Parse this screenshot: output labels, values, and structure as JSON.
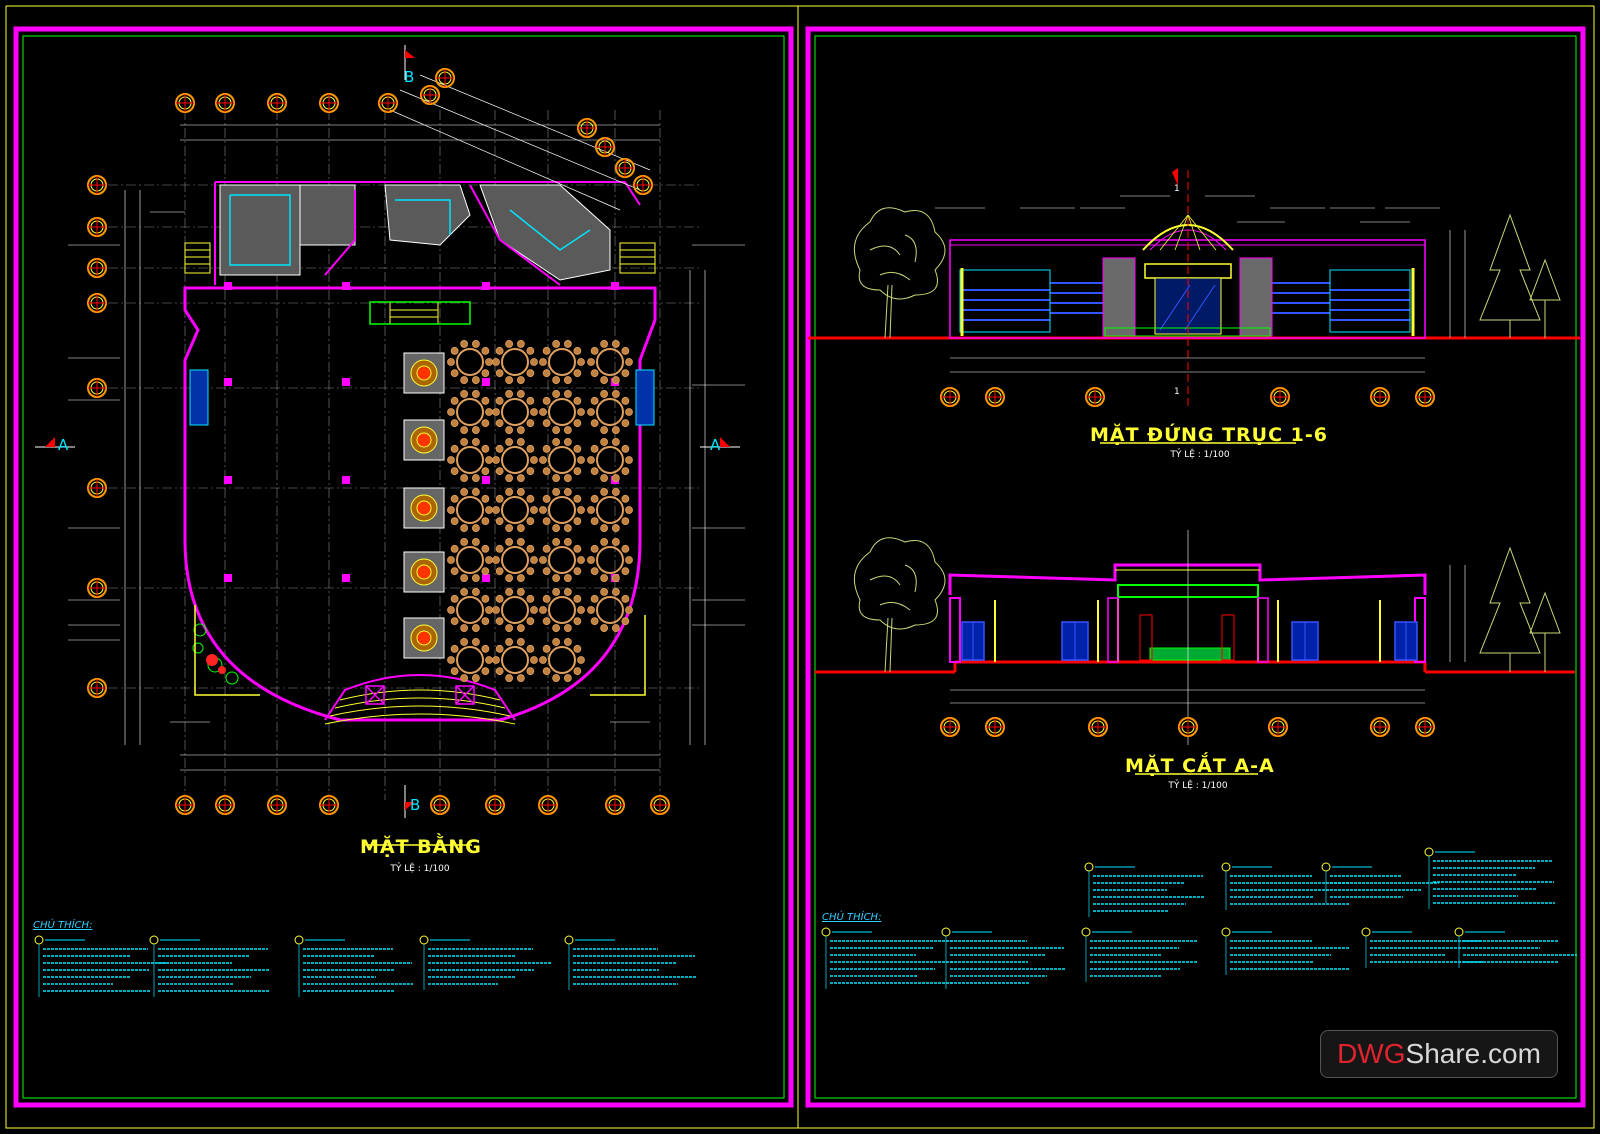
{
  "plan": {
    "title": "MẶT BẰNG",
    "scale": "TỶ LỆ : 1/100",
    "section_marks": [
      "A",
      "A",
      "B",
      "B"
    ]
  },
  "elevation": {
    "title": "MẶT ĐỨNG TRỤC 1-6",
    "scale": "TỶ LỆ : 1/100",
    "axis_marks": [
      "1",
      "1"
    ]
  },
  "section": {
    "title": "MẶT CẮT A-A",
    "scale": "TỶ LỆ : 1/100"
  },
  "notes": {
    "left_heading": "CHÚ THÍCH:",
    "right_heading": "CHÚ THÍCH:"
  },
  "watermark": {
    "part1": "DWG",
    "part2": "Share.com"
  },
  "colors": {
    "frame": "#ff00ff",
    "border": "#ffff33",
    "inner": "#00ff00",
    "dim": "#00e5ff",
    "ground": "#ff0000",
    "wall": "#ff00ff",
    "axis": "#ff9900",
    "table": "#e0a060"
  }
}
